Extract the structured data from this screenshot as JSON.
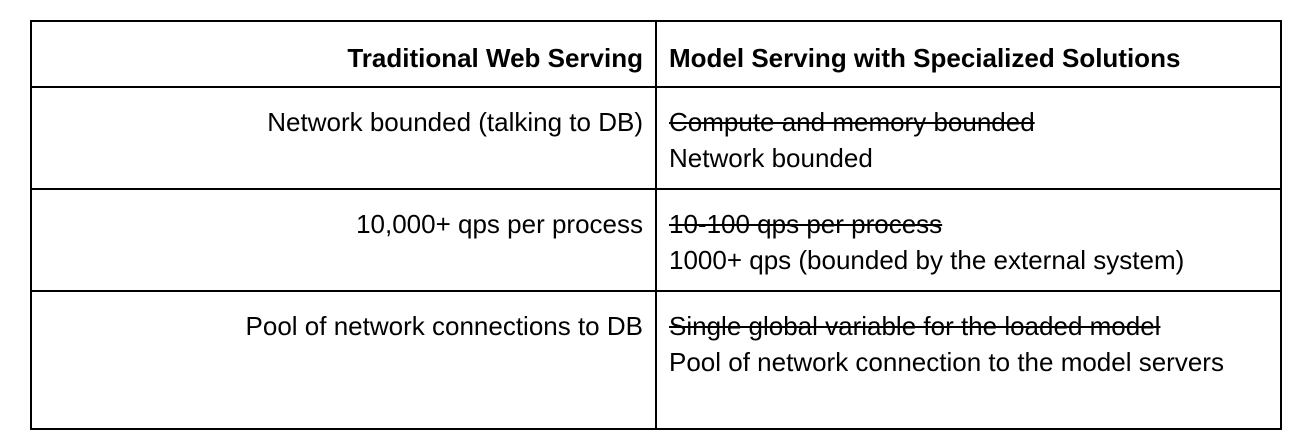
{
  "table": {
    "headers": {
      "left": "Traditional Web Serving",
      "right": "Model Serving with Specialized Solutions"
    },
    "rows": [
      {
        "left": "Network bounded (talking to DB)",
        "right_struck": "Compute and memory bounded",
        "right": "Network bounded"
      },
      {
        "left": "10,000+ qps per process",
        "right_struck": "10-100 qps per process",
        "right": "1000+ qps (bounded by the external system)"
      },
      {
        "left": "Pool of network connections to DB",
        "right_struck": "Single global variable for the loaded model",
        "right": "Pool of network connection to the model servers"
      }
    ]
  }
}
